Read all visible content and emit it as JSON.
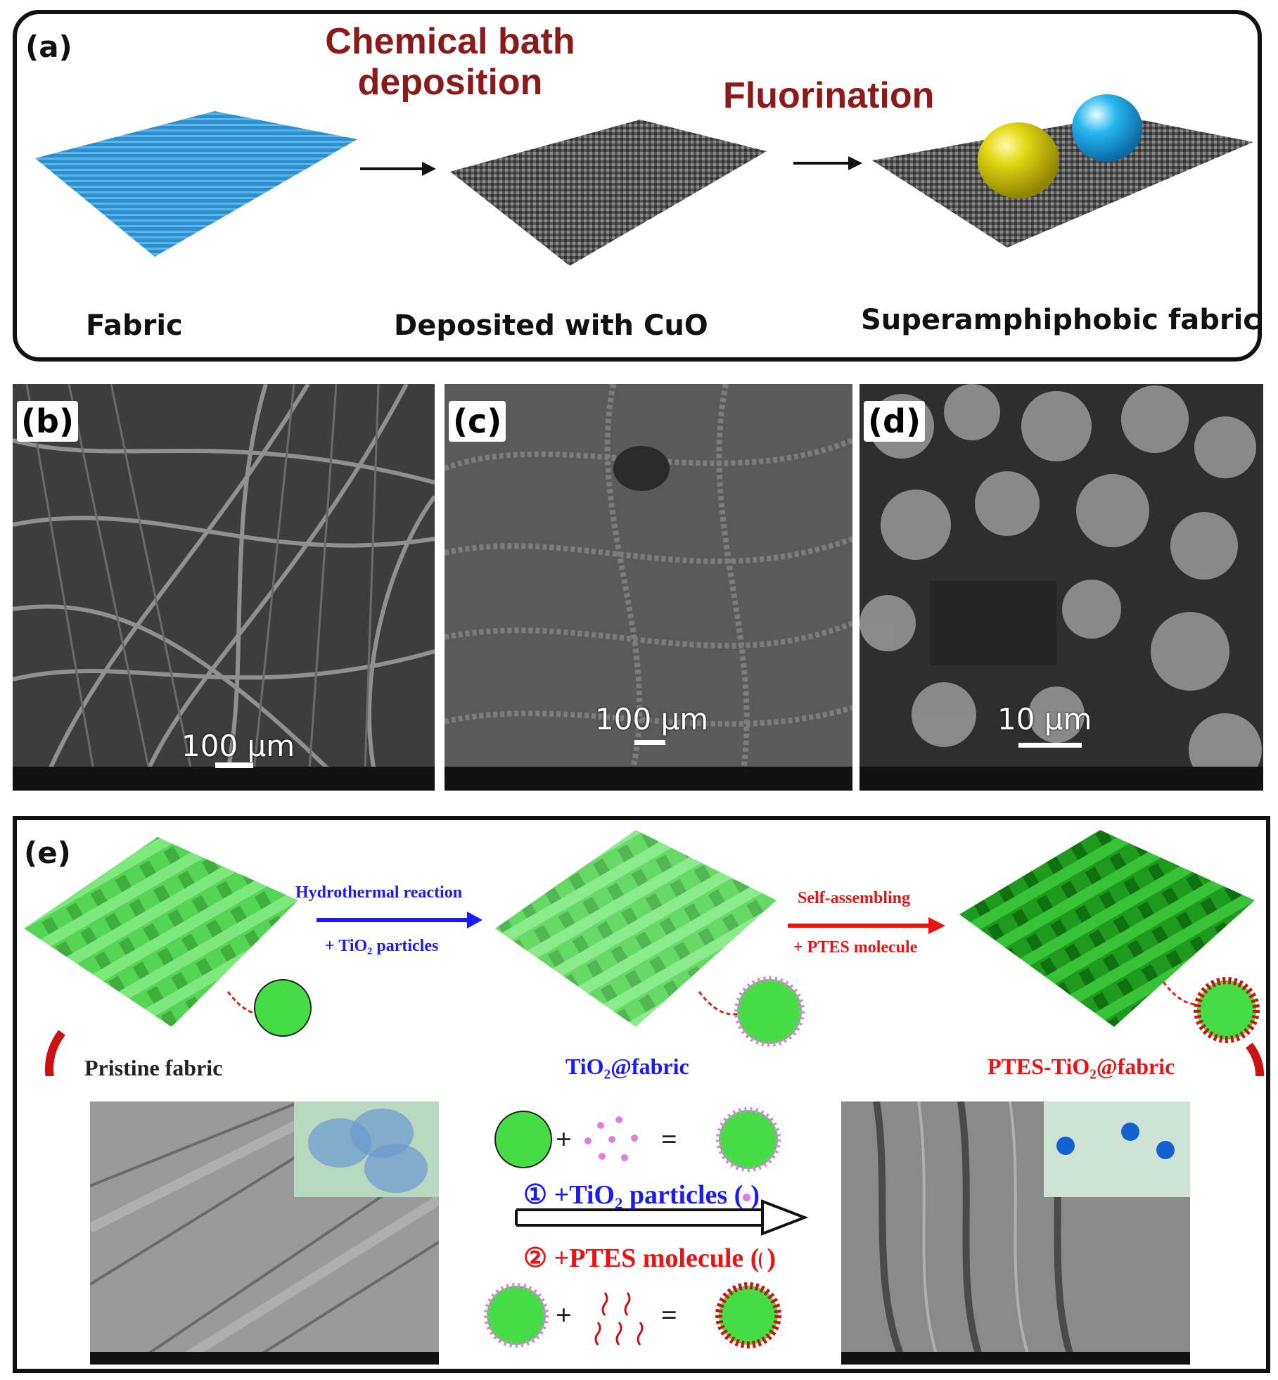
{
  "panel_a": {
    "tag": "(a)",
    "step1": "Chemical bath deposition",
    "step1_line1": "Chemical bath",
    "step1_line2": "deposition",
    "step2": "Fluorination",
    "labels": [
      "Fabric",
      "Deposited with CuO",
      "Superamphiphobic fabric"
    ]
  },
  "sem_panels": [
    {
      "tag": "(b)",
      "scale": "100 μm"
    },
    {
      "tag": "(c)",
      "scale": "100 μm"
    },
    {
      "tag": "(d)",
      "scale": "10 μm"
    }
  ],
  "panel_e": {
    "tag": "(e)",
    "arrow1_top": "Hydrothermal reaction",
    "arrow1_bottom": "+ TiO₂ particles",
    "arrow2_top": "Self-assembling",
    "arrow2_bottom": "+ PTES molecule",
    "label_pristine": "Pristine fabric",
    "label_tio2": "TiO₂@fabric",
    "label_ptes": "PTES-TiO₂@fabric",
    "step_tio2": "① +TiO₂ particles (",
    "step_tio2_end": ")",
    "step_ptes": "② +PTES molecule (",
    "step_ptes_end": ")",
    "plus": "+",
    "equals": "="
  },
  "colors": {
    "label_red": "#8b1a1a",
    "fabric_blue": "#2b8fd1",
    "fabric_grey": "#5a5a5a",
    "weave_green": "#4ccf4c",
    "arrow_blue": "#1a1aff",
    "arrow_red": "#ee1111",
    "particle_pink": "#e07ee0",
    "ptes_red": "#cc1111"
  }
}
